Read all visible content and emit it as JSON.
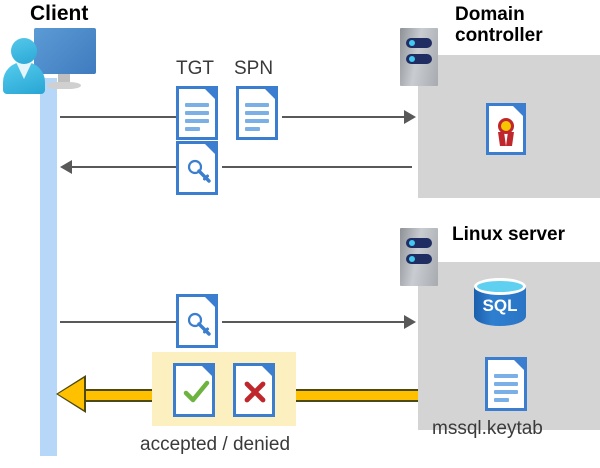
{
  "diagram": {
    "title_client": "Client",
    "title_domain_controller": "Domain\ncontroller",
    "title_domain_controller_line1": "Domain",
    "title_domain_controller_line2": "controller",
    "title_linux_server": "Linux server",
    "label_tgt": "TGT",
    "label_spn": "SPN",
    "label_keytab": "mssql.keytab",
    "label_verdict": "accepted / denied",
    "label_sql": "SQL"
  },
  "icons": {
    "client": "user-at-monitor-icon",
    "server_dc": "server-rack-icon",
    "server_linux": "server-rack-icon",
    "doc_tgt": "document-icon",
    "doc_spn": "document-icon",
    "doc_key_request": "document-key-icon",
    "doc_key_ticket": "document-key-icon",
    "doc_certificate": "document-certificate-icon",
    "doc_keytab": "document-icon",
    "doc_accepted": "document-check-icon",
    "doc_denied": "document-x-icon",
    "database": "sql-database-icon"
  },
  "flows": [
    {
      "id": "request-tgt-spn",
      "direction": "right",
      "from": "client",
      "to": "domain-controller",
      "payload": [
        "TGT",
        "SPN"
      ]
    },
    {
      "id": "issue-ticket",
      "direction": "left",
      "from": "domain-controller",
      "to": "client",
      "payload": [
        "service-ticket"
      ]
    },
    {
      "id": "present-ticket",
      "direction": "right",
      "from": "client",
      "to": "linux-server",
      "payload": [
        "service-ticket"
      ]
    },
    {
      "id": "auth-result",
      "direction": "left",
      "from": "linux-server",
      "to": "client",
      "payload": [
        "accepted",
        "denied"
      ],
      "highlight": true
    }
  ],
  "colors": {
    "accent_blue": "#3b7dce",
    "lifeline_blue": "#b6d7f7",
    "box_gray": "#d4d4d4",
    "highlight_yellow": "#fdf0c0",
    "arrow_yellow": "#ffc000",
    "line_gray": "#595959",
    "check_green": "#6cb33f",
    "x_red": "#c0272d",
    "sql_blue": "#2a74c4"
  }
}
